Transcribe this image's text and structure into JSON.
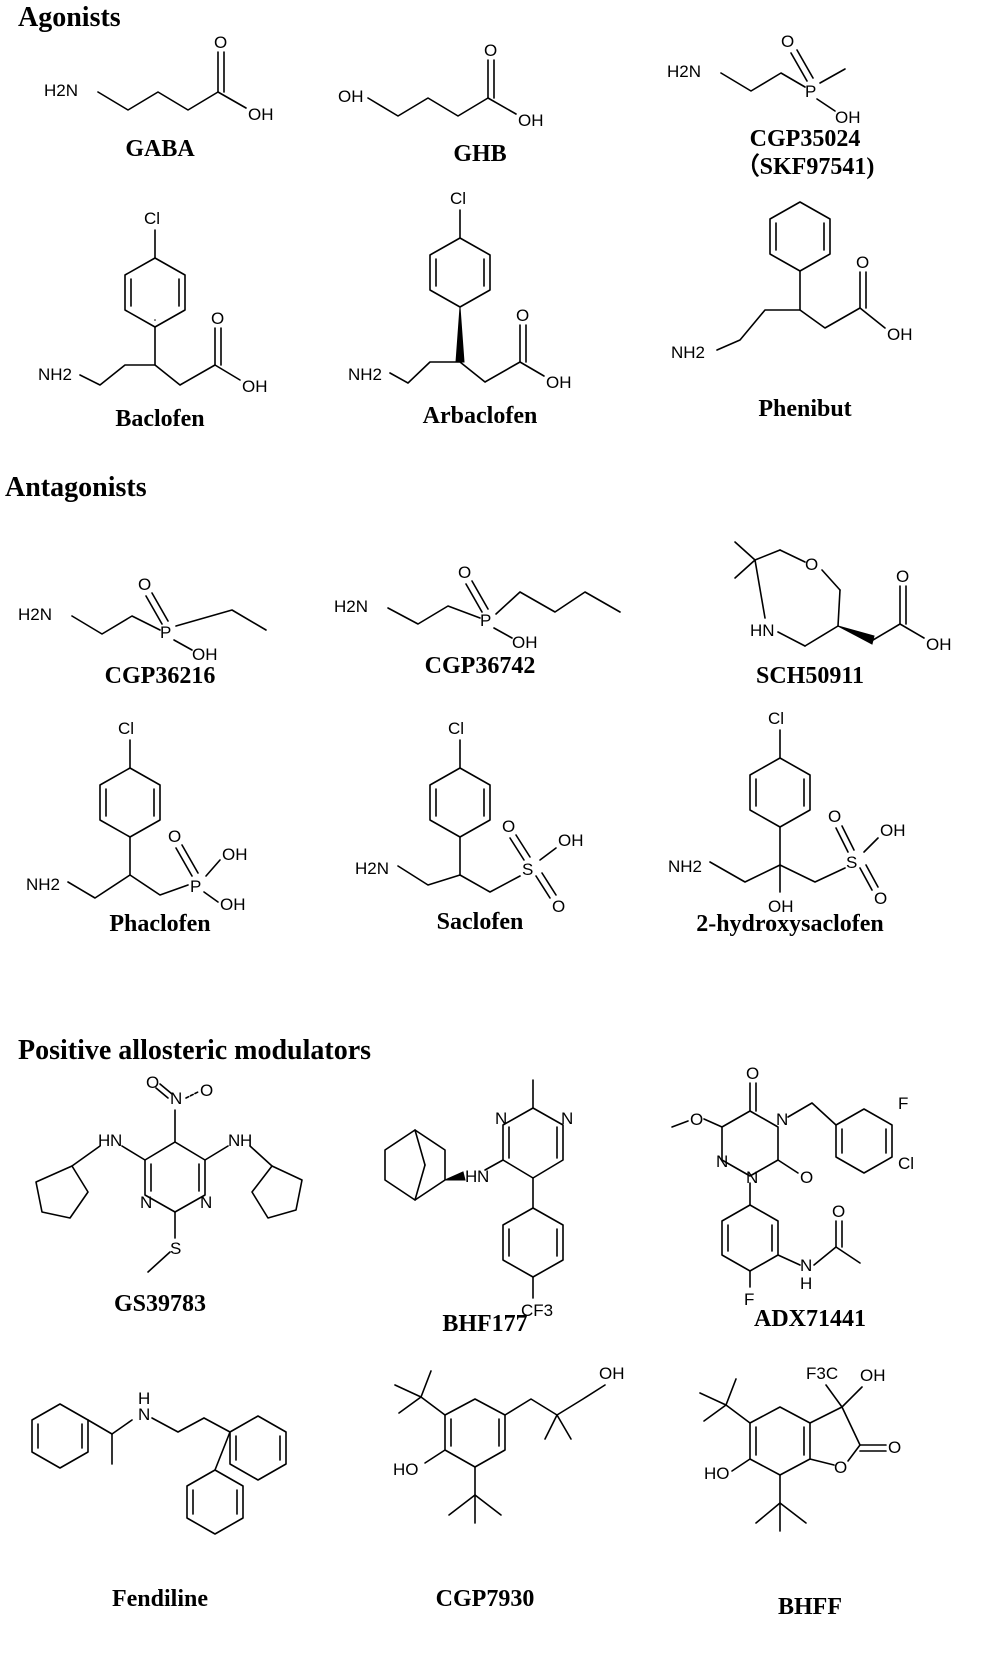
{
  "sections": {
    "agonists": "Agonists",
    "antagonists": "Antagonists",
    "pam": "Positive allosteric modulators"
  },
  "compounds": {
    "gaba": {
      "name": "GABA",
      "atoms": {
        "nh2": "H2N",
        "o": "O",
        "oh": "OH"
      }
    },
    "ghb": {
      "name": "GHB",
      "atoms": {
        "oh1": "OH",
        "o": "O",
        "oh2": "OH"
      }
    },
    "cgp35024": {
      "name": "CGP35024",
      "alt": "（SKF97541)",
      "atoms": {
        "nh2": "H2N",
        "p": "P",
        "o": "O",
        "oh": "OH"
      }
    },
    "baclofen": {
      "name": "Baclofen",
      "atoms": {
        "cl": "Cl",
        "nh2": "NH2",
        "o": "O",
        "oh": "OH"
      }
    },
    "arbaclofen": {
      "name": "Arbaclofen",
      "atoms": {
        "cl": "Cl",
        "nh2": "NH2",
        "o": "O",
        "oh": "OH"
      }
    },
    "phenibut": {
      "name": "Phenibut",
      "atoms": {
        "nh2": "NH2",
        "o": "O",
        "oh": "OH"
      }
    },
    "cgp36216": {
      "name": "CGP36216",
      "atoms": {
        "nh2": "H2N",
        "p": "P",
        "o": "O",
        "oh": "OH"
      }
    },
    "cgp36742": {
      "name": "CGP36742",
      "atoms": {
        "nh2": "H2N",
        "p": "P",
        "o": "O",
        "oh": "OH"
      }
    },
    "sch50911": {
      "name": "SCH50911",
      "atoms": {
        "ring_o": "O",
        "hn": "HN",
        "o": "O",
        "oh": "OH"
      }
    },
    "phaclofen": {
      "name": "Phaclofen",
      "atoms": {
        "cl": "Cl",
        "nh2": "NH2",
        "p": "P",
        "o": "O",
        "oh1": "OH",
        "oh2": "OH"
      }
    },
    "saclofen": {
      "name": "Saclofen",
      "atoms": {
        "cl": "Cl",
        "nh2": "H2N",
        "s": "S",
        "o1": "O",
        "o2": "O",
        "oh": "OH"
      }
    },
    "hydroxysaclofen": {
      "name": "2-hydroxysaclofen",
      "atoms": {
        "cl": "Cl",
        "nh2": "NH2",
        "oh1": "OH",
        "s": "S",
        "o1": "O",
        "o2": "O",
        "oh2": "OH"
      }
    },
    "gs39783": {
      "name": "GS39783",
      "atoms": {
        "n_nitro": "N",
        "o1": "O",
        "o2": "O",
        "nh1": "H",
        "n1": "N",
        "nh2": "H",
        "n2": "N",
        "ring_n1": "N",
        "ring_n2": "N",
        "s": "S"
      }
    },
    "bhf177": {
      "name": "BHF177",
      "atoms": {
        "nh": "H",
        "n1": "N",
        "n2": "N",
        "cf3": "CF3"
      }
    },
    "adx71441": {
      "name": "ADX71441",
      "atoms": {
        "o_ome": "O",
        "o_top": "O",
        "n4": "N",
        "n1": "N",
        "n2": "N",
        "o_r": "O",
        "f1": "F",
        "cl": "Cl",
        "f2": "F",
        "nh": "N",
        "h": "H",
        "o_ac": "O"
      }
    },
    "fendiline": {
      "name": "Fendiline",
      "atoms": {
        "nh": "H",
        "n": "N"
      }
    },
    "cgp7930": {
      "name": "CGP7930",
      "atoms": {
        "ho": "HO",
        "oh": "OH"
      }
    },
    "bhff": {
      "name": "BHFF",
      "atoms": {
        "cf3": "F3C",
        "oh": "OH",
        "ho": "HO",
        "o_ring": "O",
        "o_keto": "O"
      }
    }
  }
}
